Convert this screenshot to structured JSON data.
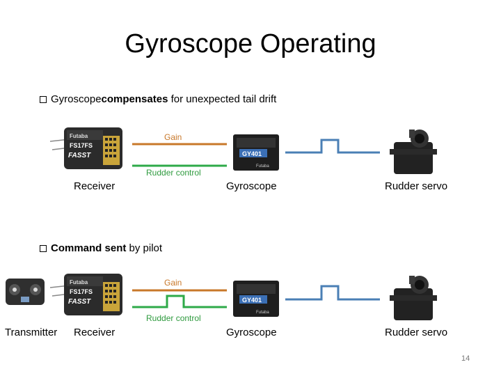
{
  "slide": {
    "title": "Gyroscope Operating",
    "page_number": "14"
  },
  "section1": {
    "bullet_prefix": "Gyroscope ",
    "bullet_bold": "compensates",
    "bullet_suffix": " for unexpected tail drift",
    "gain_label": "Gain",
    "rudder_label": "Rudder control",
    "receiver_label": "Receiver",
    "gyro_label": "Gyroscope",
    "servo_label": "Rudder servo"
  },
  "section2": {
    "bullet_bold": "Command sent",
    "bullet_suffix": " by pilot",
    "gain_label": "Gain",
    "rudder_label": "Rudder control",
    "transmitter_label": "Transmitter",
    "receiver_label": "Receiver",
    "gyro_label": "Gyroscope",
    "servo_label": "Rudder servo"
  },
  "devices": {
    "receiver_brand": "Futaba",
    "receiver_model": "FS17FS",
    "receiver_logo": "FASST",
    "gyro_model": "GY401",
    "gyro_brand": "Futaba"
  },
  "colors": {
    "gain_wire": "#c8782a",
    "rudder_wire": "#2eaa48",
    "signal_wire": "#4a7fb5"
  }
}
